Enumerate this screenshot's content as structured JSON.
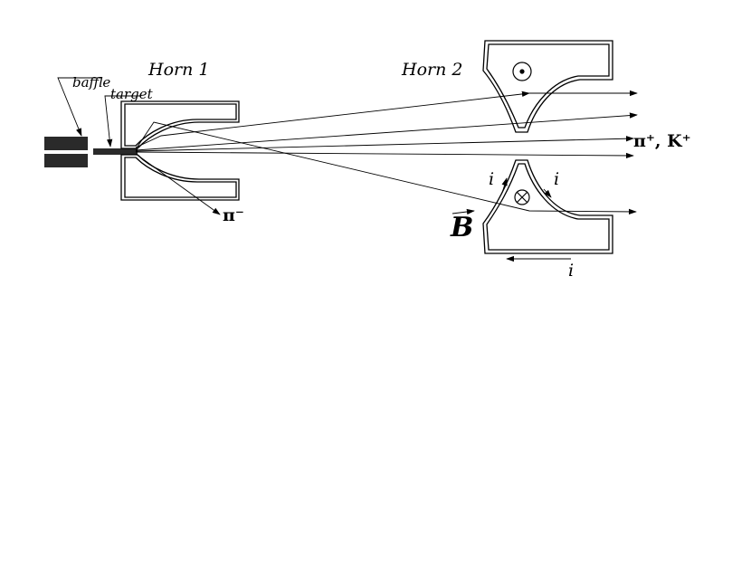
{
  "labels": {
    "horn1": "Horn 1",
    "horn2": "Horn 2",
    "baffle": "baffle",
    "target": "target",
    "pi_minus": "π⁻",
    "pi_plus_k_plus": "π⁺, K⁺",
    "field": "B",
    "current_1": "i",
    "current_2": "i",
    "current_3": "i"
  },
  "symbols": {
    "field_out_of_page": "dot-in-circle",
    "field_into_page": "cross-in-circle"
  },
  "colors": {
    "ink": "#000000",
    "block_fill": "#2a2a2a",
    "background": "#ffffff"
  }
}
